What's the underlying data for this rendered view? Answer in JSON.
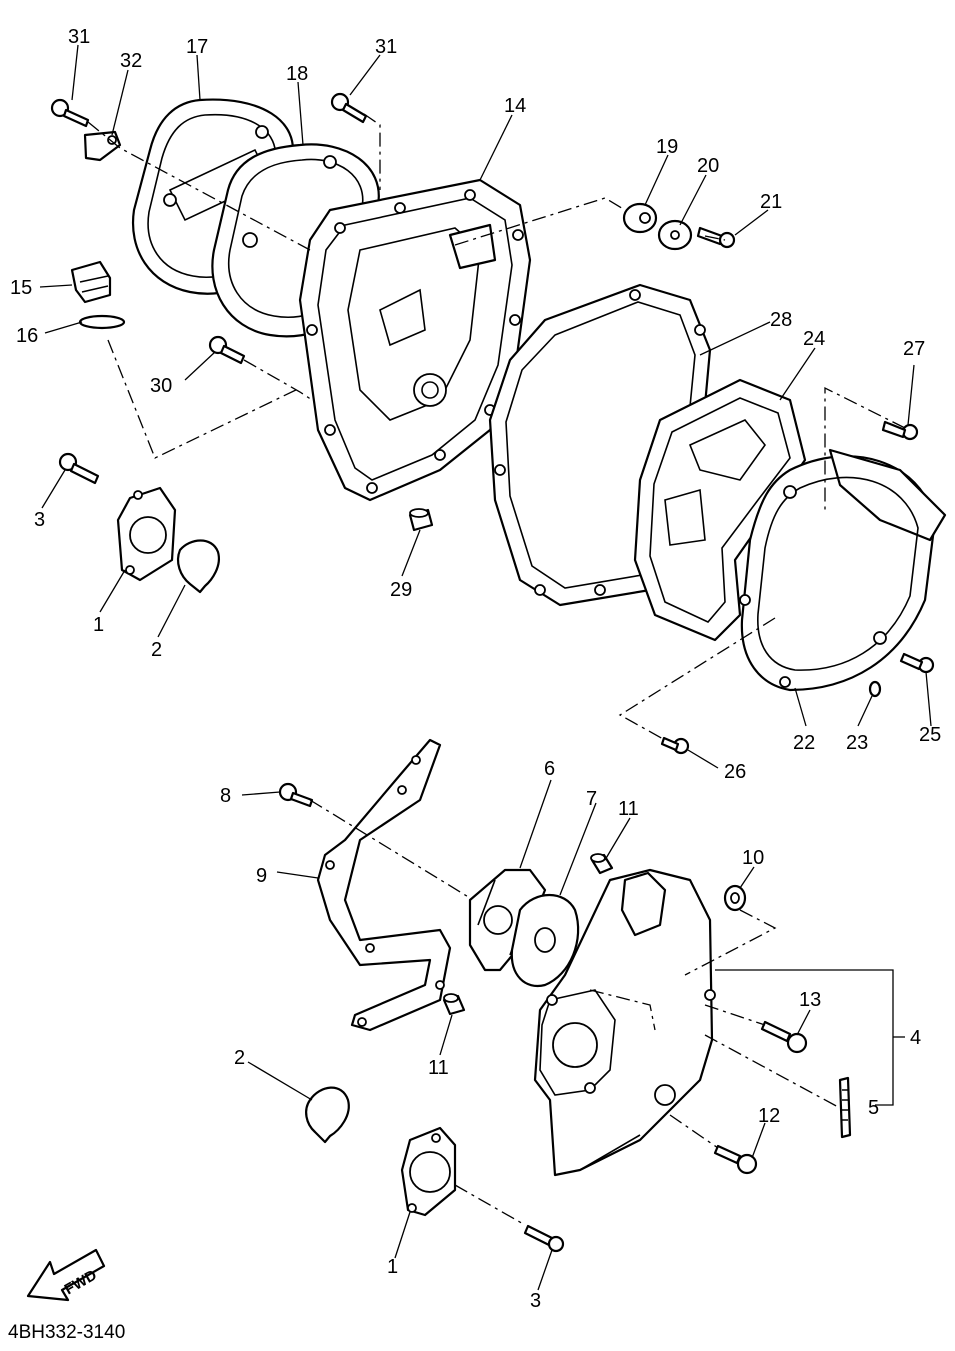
{
  "diagram_code": "4BH332-3140",
  "fwd_label": "FWD",
  "callouts": {
    "c31a": "31",
    "c32": "32",
    "c17": "17",
    "c18": "18",
    "c31b": "31",
    "c14": "14",
    "c19": "19",
    "c20": "20",
    "c21": "21",
    "c15": "15",
    "c16": "16",
    "c30": "30",
    "c28": "28",
    "c24": "24",
    "c27": "27",
    "c3a": "3",
    "c1a": "1",
    "c2a": "2",
    "c29": "29",
    "c22": "22",
    "c23": "23",
    "c25": "25",
    "c26": "26",
    "c6": "6",
    "c7": "7",
    "c8": "8",
    "c9": "9",
    "c11a": "11",
    "c10": "10",
    "c11b": "11",
    "c13": "13",
    "c4": "4",
    "c2b": "2",
    "c5": "5",
    "c12": "12",
    "c1b": "1",
    "c3b": "3"
  }
}
